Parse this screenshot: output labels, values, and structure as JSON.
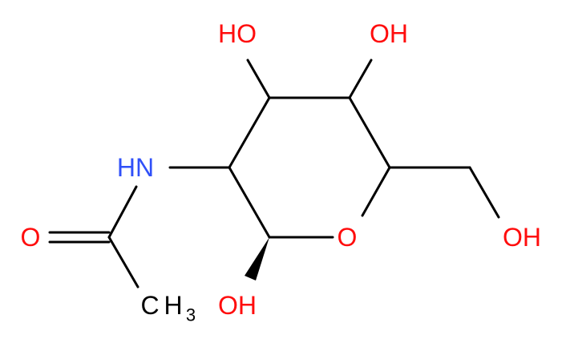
{
  "molecule": {
    "atoms": {
      "oh_top_left": "HO",
      "oh_top_right": "OH",
      "nh": "HN",
      "ring_oxygen": "O",
      "oh_right": "OH",
      "carbonyl_oxygen": "O",
      "oh_bottom": "OH",
      "methyl_c": "C",
      "methyl_h": "H",
      "methyl_subscript": "3"
    },
    "colors": {
      "oxygen": "#ff0d0d",
      "nitrogen": "#3050f8",
      "carbon": "#000000",
      "bond": "#000000"
    }
  }
}
